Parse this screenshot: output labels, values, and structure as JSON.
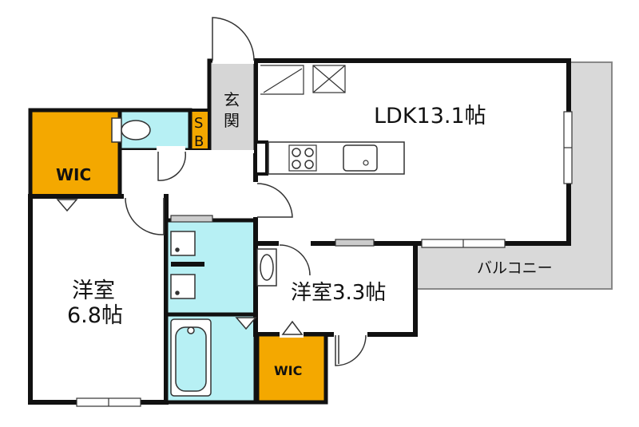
{
  "colors": {
    "wall": "#111111",
    "wic": "#f4a800",
    "wet": "#b7f0f4",
    "entrance": "#d6d6d6",
    "balcony": "#d9d9d9",
    "floor": "#ffffff"
  },
  "rooms": {
    "ldk": "LDK13.1帖",
    "western_large_name": "洋室",
    "western_large_size": "6.8帖",
    "western_small": "洋室3.3帖",
    "wic_large": "WIC",
    "wic_small": "WIC",
    "entrance_1": "玄",
    "entrance_2": "関",
    "shoebox_1": "S",
    "shoebox_2": "B",
    "balcony": "バルコニー"
  }
}
